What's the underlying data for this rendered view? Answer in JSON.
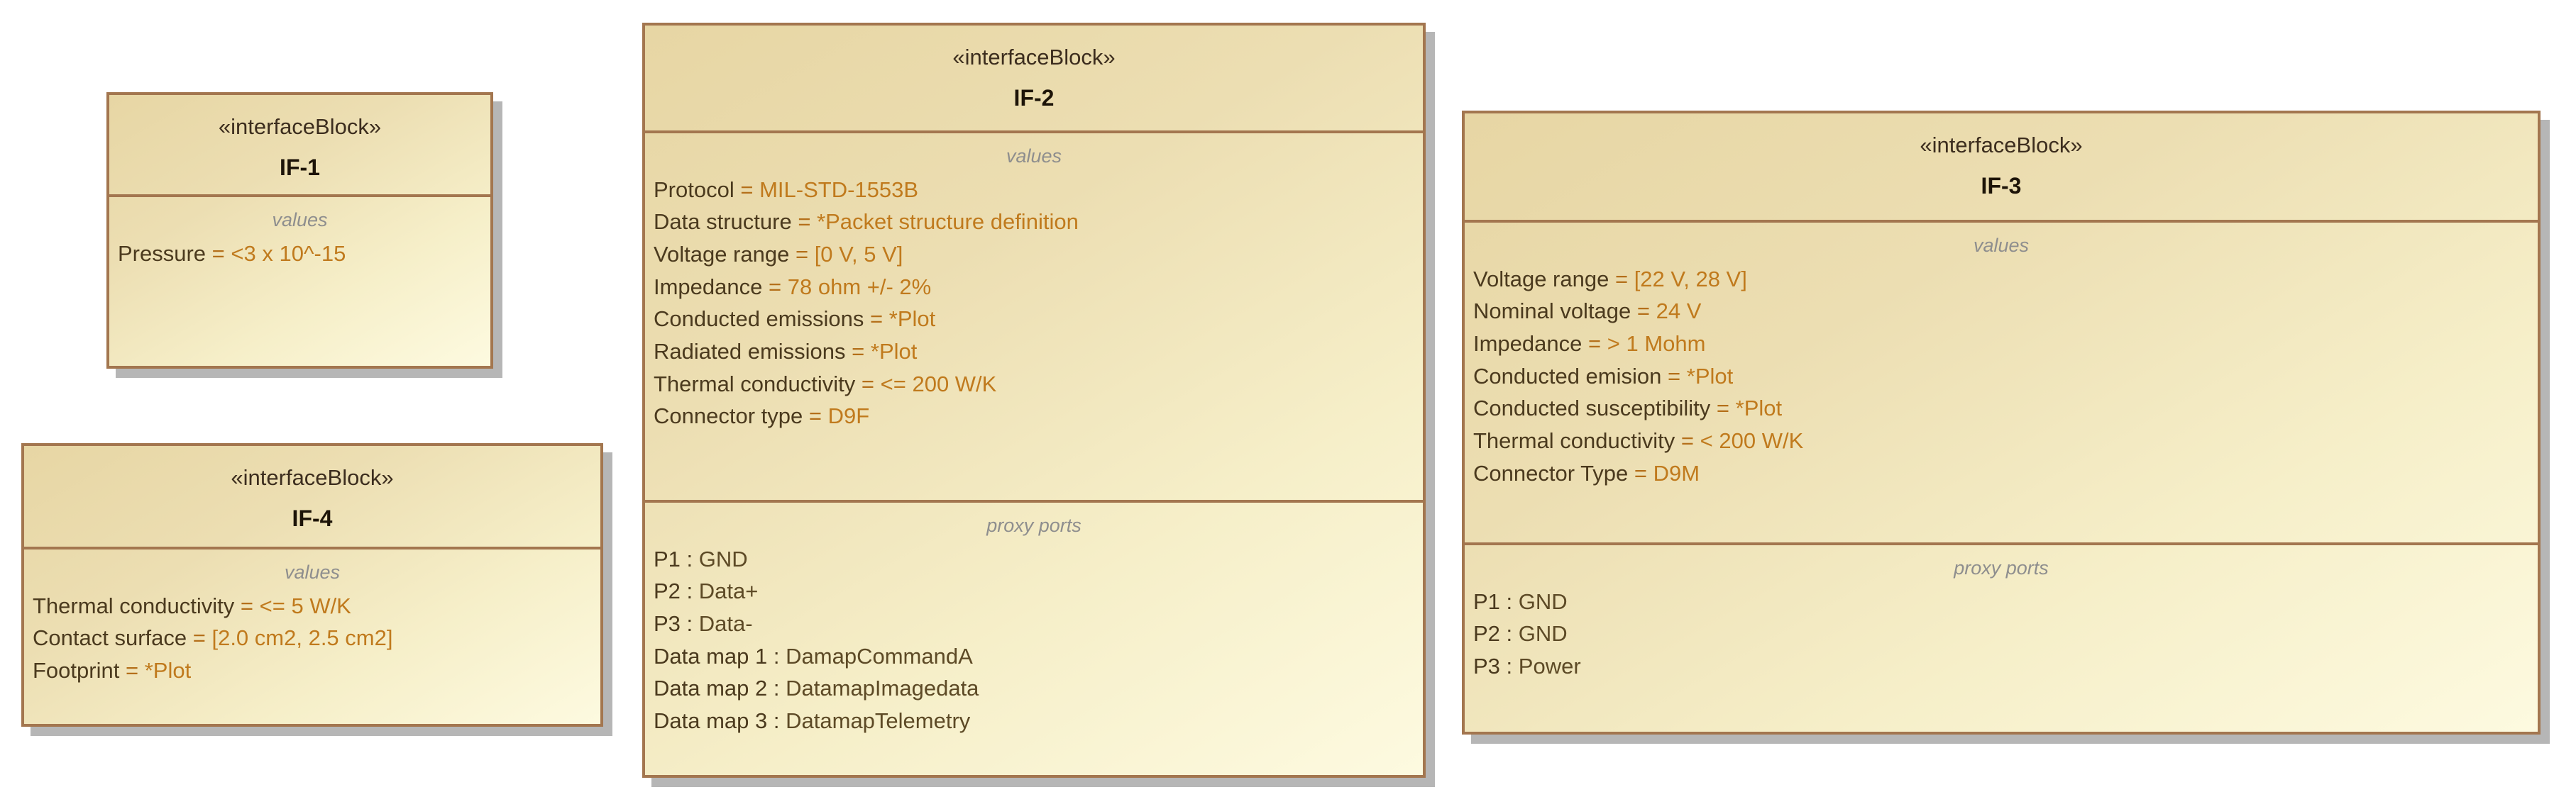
{
  "diagram": {
    "kind": "sysml-interface-block-definition-diagram",
    "stereotype_label": "«interfaceBlock»",
    "compartment_labels": {
      "values": "values",
      "proxy_ports": "proxy ports"
    },
    "colors": {
      "block_border": "#a3764f",
      "block_fill_top": "#e7d6a4",
      "block_fill_bottom": "#fdfae0",
      "shadow": "#b6b6b6",
      "value_name_text": "#4b3a1e",
      "value_value_text": "#c07a1d",
      "compartment_label_text": "#8e8e8e",
      "canvas": "#ffffff"
    }
  },
  "blocks": [
    {
      "id": "if1",
      "stereotype": "«interfaceBlock»",
      "name": "IF-1",
      "values_label": "values",
      "values": [
        {
          "name": "Pressure",
          "eq": "=",
          "value": "<3 x 10^-15"
        }
      ],
      "proxy_ports_label": null,
      "proxy_ports": []
    },
    {
      "id": "if2",
      "stereotype": "«interfaceBlock»",
      "name": "IF-2",
      "values_label": "values",
      "values": [
        {
          "name": "Protocol",
          "eq": "=",
          "value": "MIL-STD-1553B"
        },
        {
          "name": "Data structure",
          "eq": "=",
          "value": "*Packet structure definition"
        },
        {
          "name": "Voltage range",
          "eq": "=",
          "value": "[0 V, 5 V]"
        },
        {
          "name": "Impedance",
          "eq": "=",
          "value": "78 ohm +/- 2%"
        },
        {
          "name": "Conducted emissions",
          "eq": "=",
          "value": "*Plot"
        },
        {
          "name": "Radiated emissions",
          "eq": "=",
          "value": "*Plot"
        },
        {
          "name": "Thermal conductivity",
          "eq": "=",
          "value": "<= 200 W/K"
        },
        {
          "name": "Connector type",
          "eq": "=",
          "value": "D9F"
        }
      ],
      "proxy_ports_label": "proxy ports",
      "proxy_ports": [
        {
          "name": "P1",
          "colon": ":",
          "type": "GND"
        },
        {
          "name": "P2",
          "colon": ":",
          "type": "Data+"
        },
        {
          "name": "P3",
          "colon": ":",
          "type": "Data-"
        },
        {
          "name": "Data map 1",
          "colon": ":",
          "type": "DamapCommandA"
        },
        {
          "name": "Data map 2",
          "colon": ":",
          "type": "DatamapImagedata"
        },
        {
          "name": "Data map 3",
          "colon": ":",
          "type": "DatamapTelemetry"
        }
      ]
    },
    {
      "id": "if3",
      "stereotype": "«interfaceBlock»",
      "name": "IF-3",
      "values_label": "values",
      "values": [
        {
          "name": "Voltage range",
          "eq": "=",
          "value": "[22 V, 28 V]"
        },
        {
          "name": "Nominal voltage",
          "eq": "=",
          "value": "24 V"
        },
        {
          "name": "Impedance",
          "eq": "=",
          "value": "> 1 Mohm"
        },
        {
          "name": "Conducted emision",
          "eq": "=",
          "value": "*Plot"
        },
        {
          "name": "Conducted susceptibility",
          "eq": "=",
          "value": "*Plot"
        },
        {
          "name": "Thermal conductivity",
          "eq": "=",
          "value": "< 200 W/K"
        },
        {
          "name": "Connector Type",
          "eq": "=",
          "value": "D9M"
        }
      ],
      "proxy_ports_label": "proxy ports",
      "proxy_ports": [
        {
          "name": "P1",
          "colon": ":",
          "type": "GND"
        },
        {
          "name": "P2",
          "colon": ":",
          "type": "GND"
        },
        {
          "name": "P3",
          "colon": ":",
          "type": "Power"
        }
      ]
    },
    {
      "id": "if4",
      "stereotype": "«interfaceBlock»",
      "name": "IF-4",
      "values_label": "values",
      "values": [
        {
          "name": "Thermal conductivity",
          "eq": "=",
          "value": "<= 5 W/K"
        },
        {
          "name": "Contact surface",
          "eq": "=",
          "value": "[2.0 cm2, 2.5 cm2]"
        },
        {
          "name": "Footprint",
          "eq": "=",
          "value": "*Plot"
        }
      ],
      "proxy_ports_label": null,
      "proxy_ports": []
    }
  ]
}
